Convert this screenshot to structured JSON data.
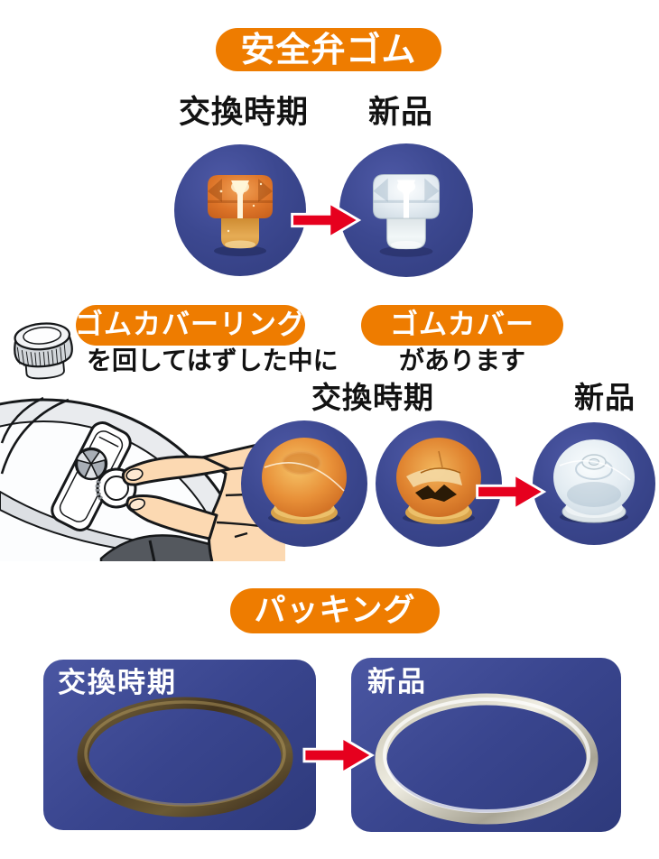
{
  "colors": {
    "orange": "#ee7c00",
    "navy": "#3a4589",
    "red": "#e6001e",
    "text": "#121212",
    "white": "#ffffff"
  },
  "sections": {
    "safety_valve": {
      "badge": "安全弁ゴム",
      "old_label": "交換時期",
      "new_label": "新品"
    },
    "rubber_cover": {
      "ring_badge": "ゴムカバーリング",
      "ring_caption": "を回してはずした中に",
      "cover_badge": "ゴムカバー",
      "cover_caption": "があります",
      "old_label": "交換時期",
      "new_label": "新品"
    },
    "packing": {
      "badge": "パッキング",
      "old_label": "交換時期",
      "new_label": "新品"
    }
  }
}
